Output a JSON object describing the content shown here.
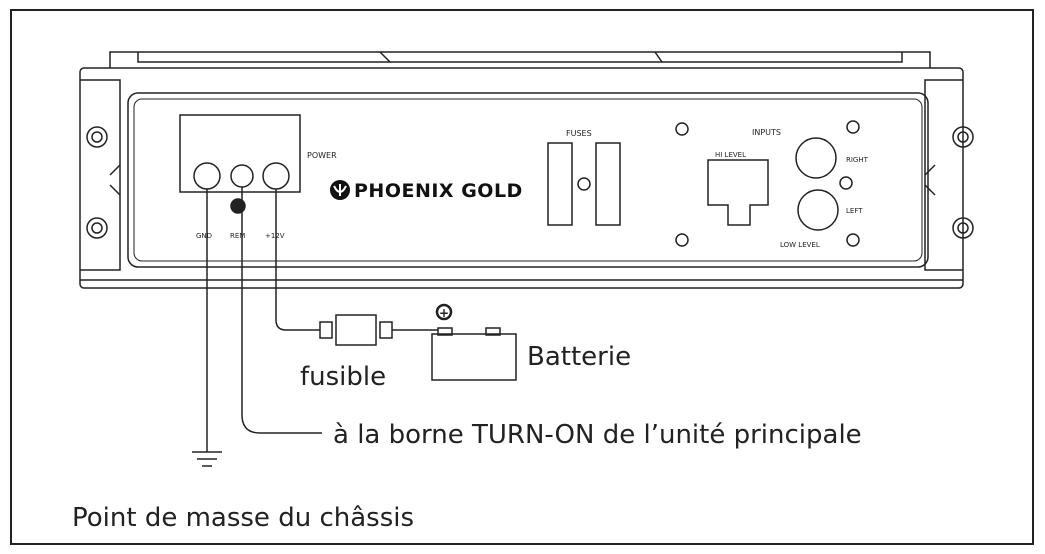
{
  "amplifier": {
    "brand": "PHOENIX GOLD",
    "power_label": "POWER",
    "terminals": {
      "gnd": "GND",
      "rem": "REM",
      "plus12v": "+12V"
    },
    "fuses_label": "FUSES",
    "inputs_label": "INPUTS",
    "hi_level": "HI LEVEL",
    "low_level": "LOW LEVEL",
    "right": "RIGHT",
    "left": "LEFT"
  },
  "labels": {
    "fuse": "fusible",
    "battery": "Batterie",
    "turn_on": "à la borne TURN-ON de l’unité principale",
    "chassis": "Point de masse du châssis",
    "plus_symbol": "+"
  }
}
